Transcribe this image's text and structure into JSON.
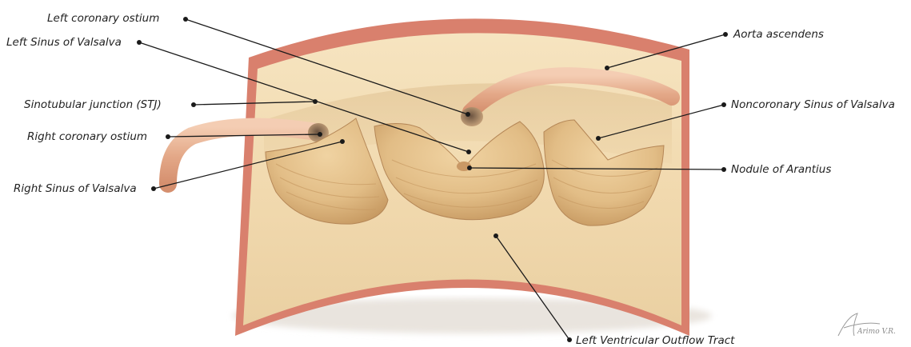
{
  "labels": {
    "left_coronary_ostium": "Left coronary ostium",
    "left_sinus": "Left Sinus of Valsalva",
    "stj": "Sinotubular junction (STJ)",
    "right_coronary_ostium": "Right coronary ostium",
    "right_sinus": "Right Sinus of Valsalva",
    "aorta_ascendens": "Aorta ascendens",
    "noncoronary_sinus": "Noncoronary Sinus of Valsalva",
    "nodule_arantius": "Nodule of Arantius",
    "lvot": "Left Ventricular Outflow Tract"
  },
  "signature": "Arimo V.R.",
  "colors": {
    "wall_outer": "#d9806d",
    "wall_inner": "#f2dcb4",
    "leaflet": "#e3bf8c",
    "leaflet_shadow": "#b98d5c",
    "artery": "#e8b296"
  }
}
